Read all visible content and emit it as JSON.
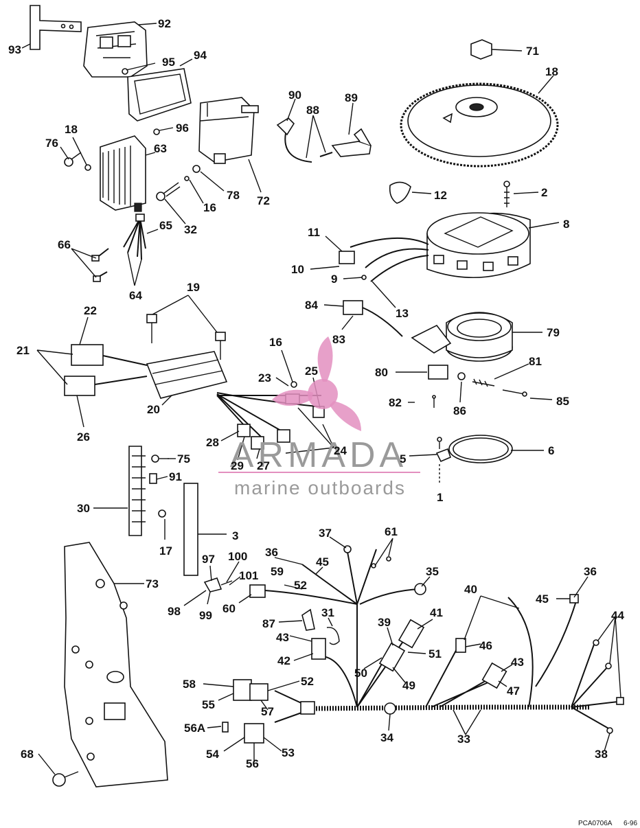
{
  "labels": [
    {
      "id": "93",
      "t": "93"
    },
    {
      "id": "92",
      "t": "92"
    },
    {
      "id": "95",
      "t": "95"
    },
    {
      "id": "94",
      "t": "94"
    },
    {
      "id": "96",
      "t": "96"
    },
    {
      "id": "18a",
      "t": "18"
    },
    {
      "id": "76",
      "t": "76"
    },
    {
      "id": "63",
      "t": "63"
    },
    {
      "id": "78",
      "t": "78"
    },
    {
      "id": "72",
      "t": "72"
    },
    {
      "id": "16a",
      "t": "16"
    },
    {
      "id": "32",
      "t": "32"
    },
    {
      "id": "65",
      "t": "65"
    },
    {
      "id": "66",
      "t": "66"
    },
    {
      "id": "64",
      "t": "64"
    },
    {
      "id": "90",
      "t": "90"
    },
    {
      "id": "88",
      "t": "88"
    },
    {
      "id": "89",
      "t": "89"
    },
    {
      "id": "71",
      "t": "71"
    },
    {
      "id": "18b",
      "t": "18"
    },
    {
      "id": "12",
      "t": "12"
    },
    {
      "id": "2",
      "t": "2"
    },
    {
      "id": "8",
      "t": "8"
    },
    {
      "id": "11",
      "t": "11"
    },
    {
      "id": "10",
      "t": "10"
    },
    {
      "id": "9",
      "t": "9"
    },
    {
      "id": "13",
      "t": "13"
    },
    {
      "id": "84",
      "t": "84"
    },
    {
      "id": "83",
      "t": "83"
    },
    {
      "id": "79",
      "t": "79"
    },
    {
      "id": "19",
      "t": "19"
    },
    {
      "id": "22",
      "t": "22"
    },
    {
      "id": "21",
      "t": "21"
    },
    {
      "id": "26",
      "t": "26"
    },
    {
      "id": "20",
      "t": "20"
    },
    {
      "id": "16b",
      "t": "16"
    },
    {
      "id": "23",
      "t": "23"
    },
    {
      "id": "25",
      "t": "25"
    },
    {
      "id": "80",
      "t": "80"
    },
    {
      "id": "81",
      "t": "81"
    },
    {
      "id": "82",
      "t": "82"
    },
    {
      "id": "86",
      "t": "86"
    },
    {
      "id": "85",
      "t": "85"
    },
    {
      "id": "28",
      "t": "28"
    },
    {
      "id": "29",
      "t": "29"
    },
    {
      "id": "27",
      "t": "27"
    },
    {
      "id": "24",
      "t": "24"
    },
    {
      "id": "5",
      "t": "5"
    },
    {
      "id": "6",
      "t": "6"
    },
    {
      "id": "1",
      "t": "1"
    },
    {
      "id": "75",
      "t": "75"
    },
    {
      "id": "91",
      "t": "91"
    },
    {
      "id": "30",
      "t": "30"
    },
    {
      "id": "17",
      "t": "17"
    },
    {
      "id": "3",
      "t": "3"
    },
    {
      "id": "73",
      "t": "73"
    },
    {
      "id": "97",
      "t": "97"
    },
    {
      "id": "100",
      "t": "100"
    },
    {
      "id": "101",
      "t": "101"
    },
    {
      "id": "98",
      "t": "98"
    },
    {
      "id": "99",
      "t": "99"
    },
    {
      "id": "37",
      "t": "37"
    },
    {
      "id": "61",
      "t": "61"
    },
    {
      "id": "36a",
      "t": "36"
    },
    {
      "id": "45a",
      "t": "45"
    },
    {
      "id": "35",
      "t": "35"
    },
    {
      "id": "59",
      "t": "59"
    },
    {
      "id": "52a",
      "t": "52"
    },
    {
      "id": "60",
      "t": "60"
    },
    {
      "id": "87",
      "t": "87"
    },
    {
      "id": "31",
      "t": "31"
    },
    {
      "id": "43a",
      "t": "43"
    },
    {
      "id": "42",
      "t": "42"
    },
    {
      "id": "39",
      "t": "39"
    },
    {
      "id": "41",
      "t": "41"
    },
    {
      "id": "51",
      "t": "51"
    },
    {
      "id": "50",
      "t": "50"
    },
    {
      "id": "49",
      "t": "49"
    },
    {
      "id": "40",
      "t": "40"
    },
    {
      "id": "46",
      "t": "46"
    },
    {
      "id": "43b",
      "t": "43"
    },
    {
      "id": "47",
      "t": "47"
    },
    {
      "id": "36b",
      "t": "36"
    },
    {
      "id": "45b",
      "t": "45"
    },
    {
      "id": "44",
      "t": "44"
    },
    {
      "id": "58",
      "t": "58"
    },
    {
      "id": "52b",
      "t": "52"
    },
    {
      "id": "55",
      "t": "55"
    },
    {
      "id": "57",
      "t": "57"
    },
    {
      "id": "56A",
      "t": "56A"
    },
    {
      "id": "54",
      "t": "54"
    },
    {
      "id": "56",
      "t": "56"
    },
    {
      "id": "53",
      "t": "53"
    },
    {
      "id": "34",
      "t": "34"
    },
    {
      "id": "33",
      "t": "33"
    },
    {
      "id": "38",
      "t": "38"
    },
    {
      "id": "68",
      "t": "68"
    }
  ],
  "watermark": {
    "brand": "ARMADA",
    "tagline": "marine outboards",
    "logo_color": "#e38fbf"
  },
  "footer": {
    "code": "PCA0706A",
    "date": "6-96"
  }
}
